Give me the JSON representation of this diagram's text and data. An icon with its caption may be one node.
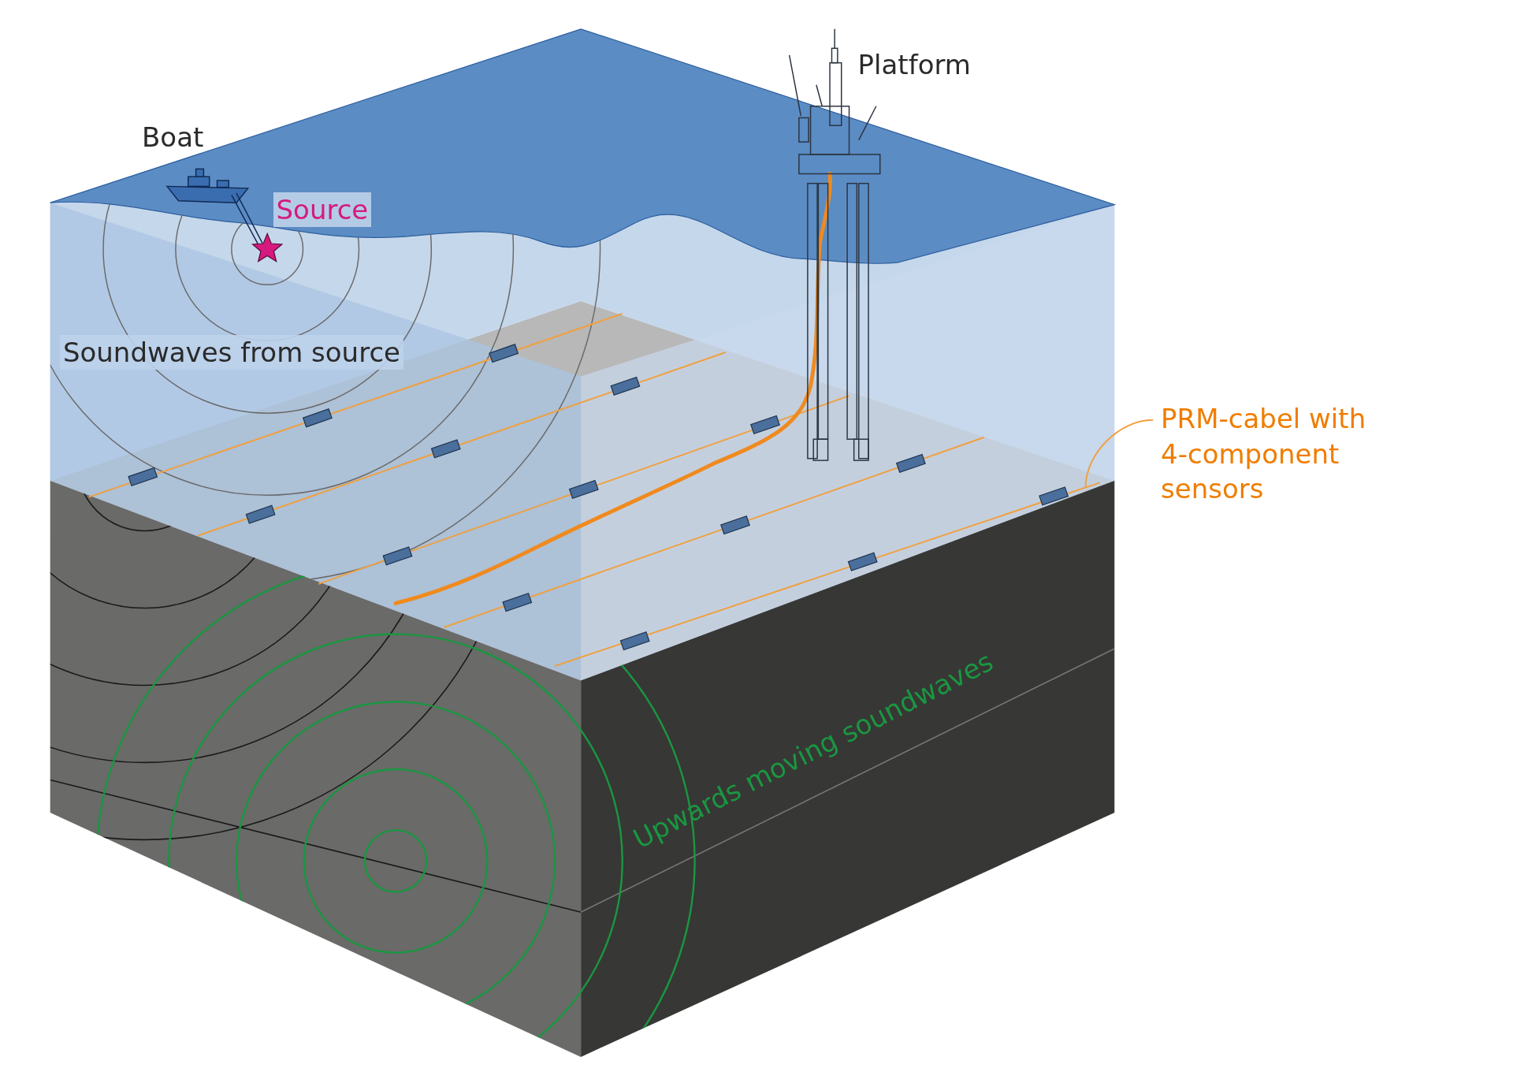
{
  "diagram": {
    "nodes": [
      {
        "text": [
          "PRM-cabel with 4-component sensors"
        ]
      },
      {
        "text": [],
        "shape": "line"
      }
    ],
    "edges": [
      {
        "from": 0,
        "to": 1,
        "arrow": "none"
      }
    ],
    "labels": [
      "Boat",
      "Source",
      "Platform",
      "Soundwaves from source",
      "Upwards moving soundwaves"
    ]
  }
}
